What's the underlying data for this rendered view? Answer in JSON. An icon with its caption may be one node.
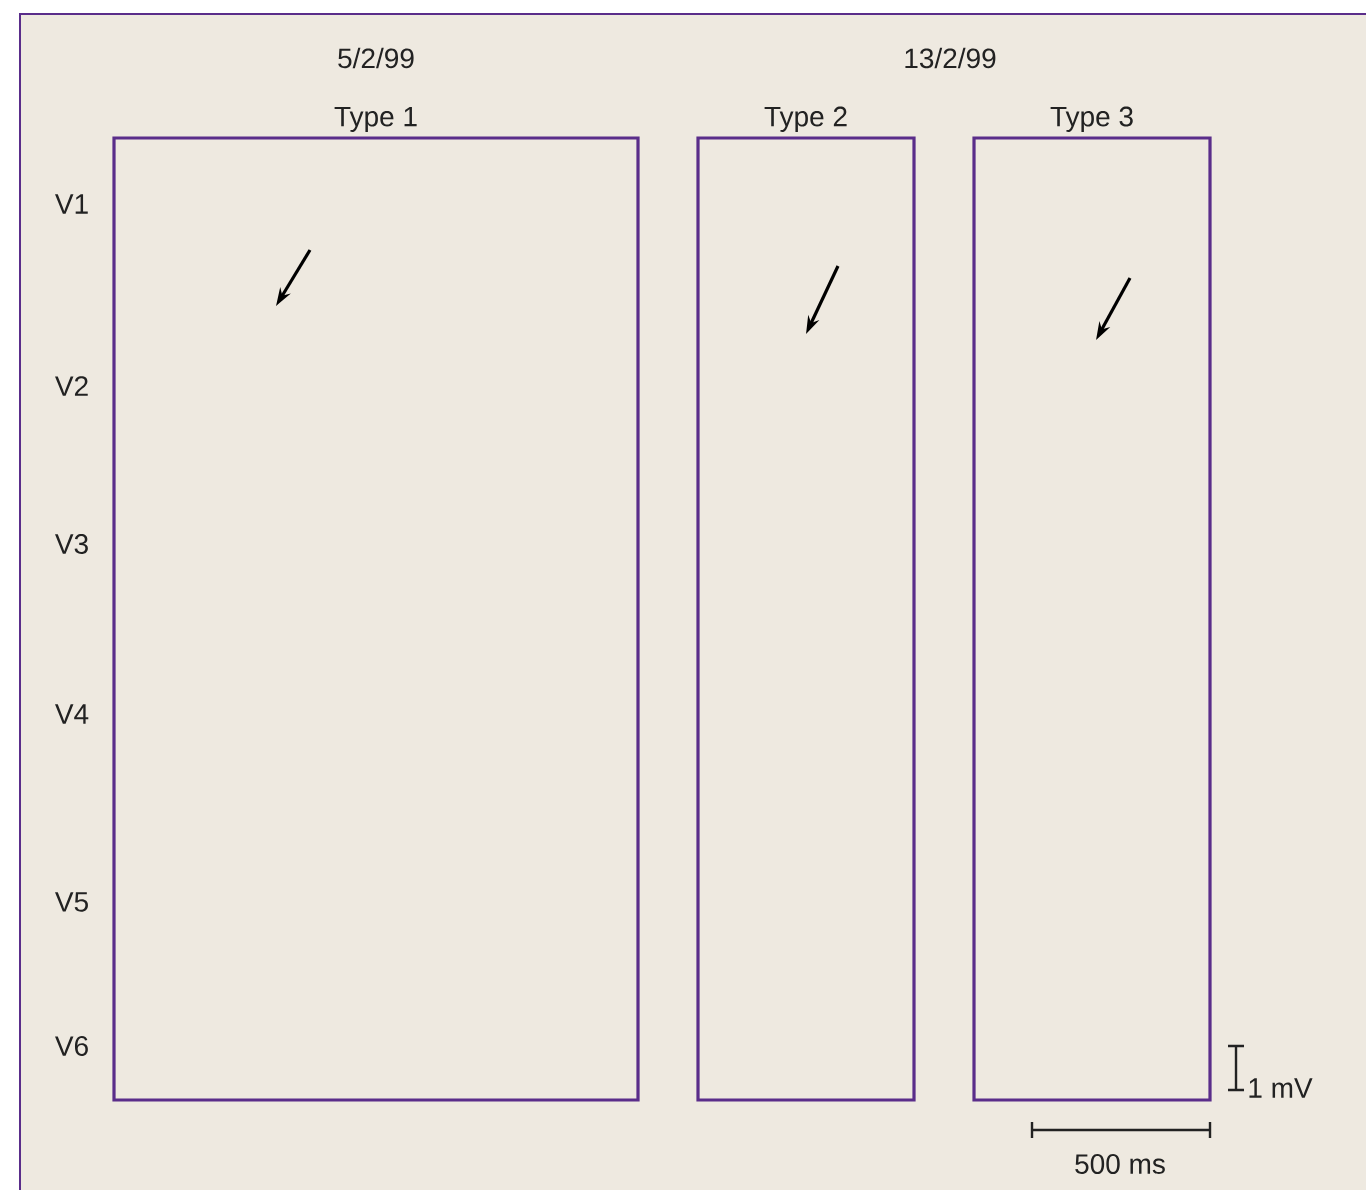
{
  "diagram": {
    "nodes": [
      {
        "text": [
          "Type 1"
        ]
      },
      {
        "text": [
          "Type 2"
        ]
      },
      {
        "text": [
          "Type 3"
        ]
      }
    ],
    "edges": [],
    "labels": [
      "5/2/99",
      "13/2/99",
      "V1",
      "V2",
      "V3",
      "V4",
      "V5",
      "V6",
      "1 mV",
      "500 ms"
    ]
  }
}
